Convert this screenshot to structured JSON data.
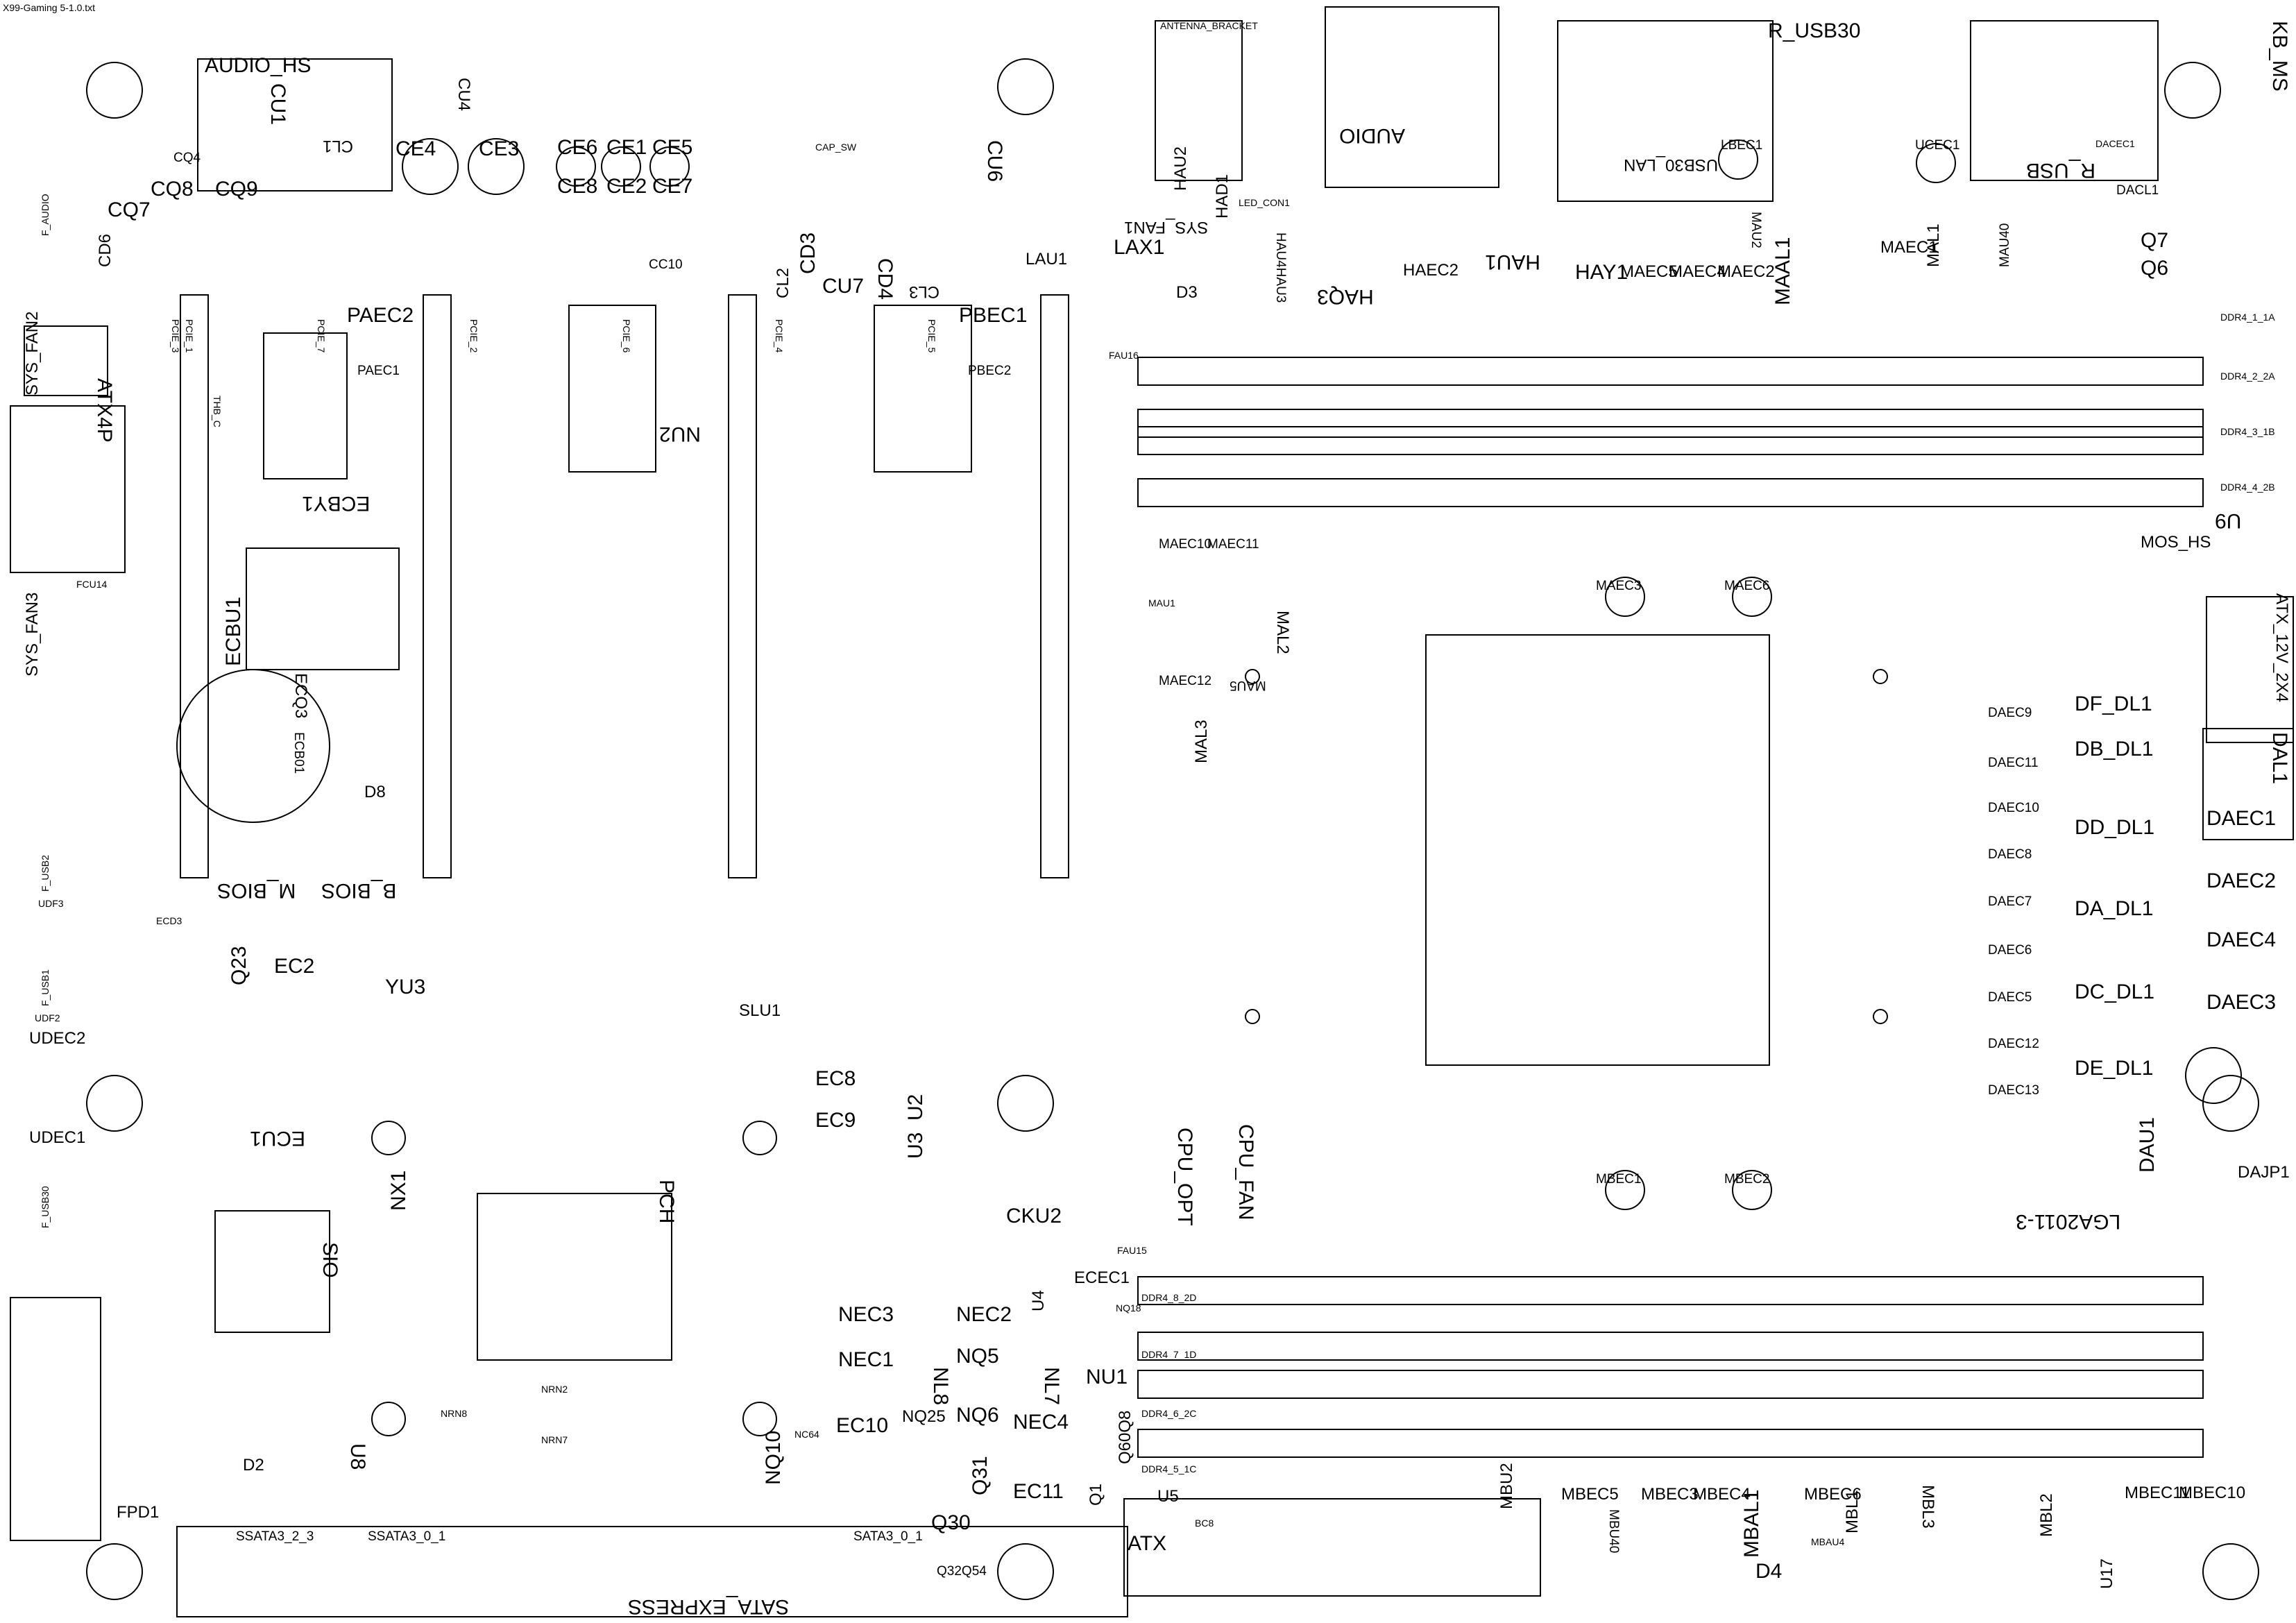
{
  "header": {
    "file_name": "X99-Gaming 5-1.0.txt"
  },
  "top_labels": {
    "audio_hs": "AUDIO_HS",
    "antenna_bracket": "ANTENNA_BRACKET",
    "audio": "AUDIO",
    "r_usb30": "R_USB30",
    "usb30_lan": "USB30_LAN",
    "kb_ms": "KB_MS",
    "r_usb": "R_USB",
    "lbec1": "LBEC1",
    "ucec1": "UCEC1",
    "dacl1": "DACL1",
    "dacec1": "DACEC1",
    "cap_sw": "CAP_SW",
    "lax1": "LAX1",
    "sys_fan1": "SYS_FAN1",
    "led_con1": "LED_CON1"
  },
  "cap_labels": {
    "ce4": "CE4",
    "ce3": "CE3",
    "ce6": "CE6",
    "ce1": "CE1",
    "ce5": "CE5",
    "ce8": "CE8",
    "ce2": "CE2",
    "ce7": "CE7",
    "cu1": "CU1",
    "cl1": "CL1",
    "cq8": "CQ8",
    "cq9": "CQ9",
    "cq7": "CQ7",
    "cd6": "CD6",
    "cq4": "CQ4",
    "cd3": "CD3",
    "cu7": "CU7",
    "cd4": "CD4",
    "cl3": "CL3",
    "cl2": "CL2",
    "cu6": "CU6",
    "cu4": "CU4",
    "cc10": "CC10",
    "lau1": "LAU1",
    "d3": "D3"
  },
  "pcie": {
    "paec2": "PAEC2",
    "paec1": "PAEC1",
    "pbec1": "PBEC1",
    "pbec2": "PBEC2",
    "nu2": "NU2",
    "ecby1": "ECBY1",
    "ecbu1": "ECBU1",
    "ecq3": "ECQ3",
    "ecb01": "ECB01",
    "pcie_1": "PCIE_1",
    "pcie_2": "PCIE_2",
    "pcie_3": "PCIE_3",
    "pcie_4": "PCIE_4",
    "pcie_5": "PCIE_5",
    "pcie_6": "PCIE_6",
    "pcie_7": "PCIE_7",
    "thb_c": "THB_C"
  },
  "left_edge": {
    "sys_fan2": "SYS_FAN2",
    "atx4p": "ATX4P",
    "sys_fan3": "SYS_FAN3",
    "fcu14": "FCU14",
    "f_audio": "F_AUDIO",
    "f_usb2": "F_USB2",
    "f_usb1": "F_USB1",
    "udf3": "UDF3",
    "udf2": "UDF2",
    "udec2": "UDEC2",
    "udec1": "UDEC1",
    "fpd1": "FPD1",
    "f_usb30": "F_USB30",
    "nx1": "NX1",
    "sio": "SIO",
    "ecu1": "ECU1",
    "yu3": "YU3",
    "ec2": "EC2",
    "q23": "Q23",
    "m_bios": "M_BIOS",
    "b_bios": "B_BIOS",
    "d8": "D8",
    "ecd3": "ECD3",
    "d2": "D2",
    "u8": "U8",
    "nrn8": "NRN8",
    "nrn2": "NRN2",
    "nrn7": "NRN7"
  },
  "pch_area": {
    "pch": "PCH",
    "slu1": "SLU1",
    "ec8": "EC8",
    "ec9": "EC9",
    "u3": "U3",
    "u2": "U2",
    "cku2": "CKU2",
    "ecec1": "ECEC1",
    "nec3": "NEC3",
    "nec2": "NEC2",
    "nec1": "NEC1",
    "nq5": "NQ5",
    "nl8": "NL8",
    "nl7": "NL7",
    "nq25": "NQ25",
    "nq6": "NQ6",
    "nec4": "NEC4",
    "nu1": "NU1",
    "ec10": "EC10",
    "nq10": "NQ10",
    "nc64": "NC64",
    "q31": "Q31",
    "q30": "Q30",
    "q32q54": "Q32Q54",
    "ec11": "EC11",
    "u4": "U4",
    "nq18": "NQ18",
    "q1": "Q1",
    "q60q8": "Q60Q8",
    "cpu_opt": "CPU_OPT",
    "cpu_fan": "CPU_FAN",
    "fau15": "FAU15"
  },
  "bottom": {
    "ssata3_2_3": "SSATA3_2_3",
    "ssata3_0_1": "SSATA3_0_1",
    "sata3_0_1": "SATA3_0_1",
    "sata_express": "SATA_EXPRESS",
    "atx": "ATX",
    "bc8": "BC8",
    "u5": "U5"
  },
  "ddr": {
    "ddr4_1_1a": "DDR4_1_1A",
    "ddr4_2_2a": "DDR4_2_2A",
    "ddr4_3_1b": "DDR4_3_1B",
    "ddr4_4_2b": "DDR4_4_2B",
    "ddr4_8_2d": "DDR4_8_2D",
    "ddr4_7_1d": "DDR4_7_1D",
    "ddr4_6_2c": "DDR4_6_2C",
    "ddr4_5_1c": "DDR4_5_1C",
    "lga": "LGA2011-3"
  },
  "vrm_top": {
    "hau2": "HAU2",
    "had1": "HAD1",
    "hau1": "HAU1",
    "hay1": "HAY1",
    "haq3": "HAQ3",
    "haec2": "HAEC2",
    "hau4hau3": "HAU4HAU3",
    "maec5": "MAEC5",
    "maec4": "MAEC4",
    "maec2": "MAEC2",
    "maal1": "MAAL1",
    "maec1": "MAEC1",
    "mal1": "MAL1",
    "mau2": "MAU2",
    "mau40": "MAU40",
    "q7": "Q7",
    "q6": "Q6",
    "u9": "U9",
    "mos_hs": "MOS_HS",
    "maec10": "MAEC10",
    "maec11": "MAEC11",
    "maec3": "MAEC3",
    "maec6": "MAEC6",
    "maec12": "MAEC12",
    "mal2": "MAL2",
    "mau5": "MAU5",
    "mal3": "MAL3",
    "mau1": "MAU1",
    "fau16": "FAU16"
  },
  "right_side": {
    "atx_12v_2x4": "ATX_12V_2X4",
    "dal1": "DAL1",
    "daec1": "DAEC1",
    "daec2": "DAEC2",
    "daec4": "DAEC4",
    "daec3": "DAEC3",
    "df_dl1": "DF_DL1",
    "db_dl1": "DB_DL1",
    "dd_dl1": "DD_DL1",
    "da_dl1": "DA_DL1",
    "dc_dl1": "DC_DL1",
    "de_dl1": "DE_DL1",
    "daec9": "DAEC9",
    "daec11": "DAEC11",
    "daec10": "DAEC10",
    "daec8": "DAEC8",
    "daec7": "DAEC7",
    "daec6": "DAEC6",
    "daec5": "DAEC5",
    "daec12": "DAEC12",
    "daec13": "DAEC13",
    "dau1": "DAU1",
    "dajp1": "DAJP1"
  },
  "bottom_vrm": {
    "mbec1": "MBEC1",
    "mbec2": "MBEC2",
    "mbu2": "MBU2",
    "mbec5": "MBEC5",
    "mbec3": "MBEC3",
    "mbec4": "MBEC4",
    "mbal1": "MBAL1",
    "mbec6": "MBEC6",
    "mbl1": "MBL1",
    "mbl3": "MBL3",
    "mbec11": "MBEC11",
    "mbec10": "MBEC10",
    "mbl2": "MBL2",
    "mbu40": "MBU40",
    "mbau4": "MBAU4",
    "d4": "D4",
    "u17": "U17"
  }
}
